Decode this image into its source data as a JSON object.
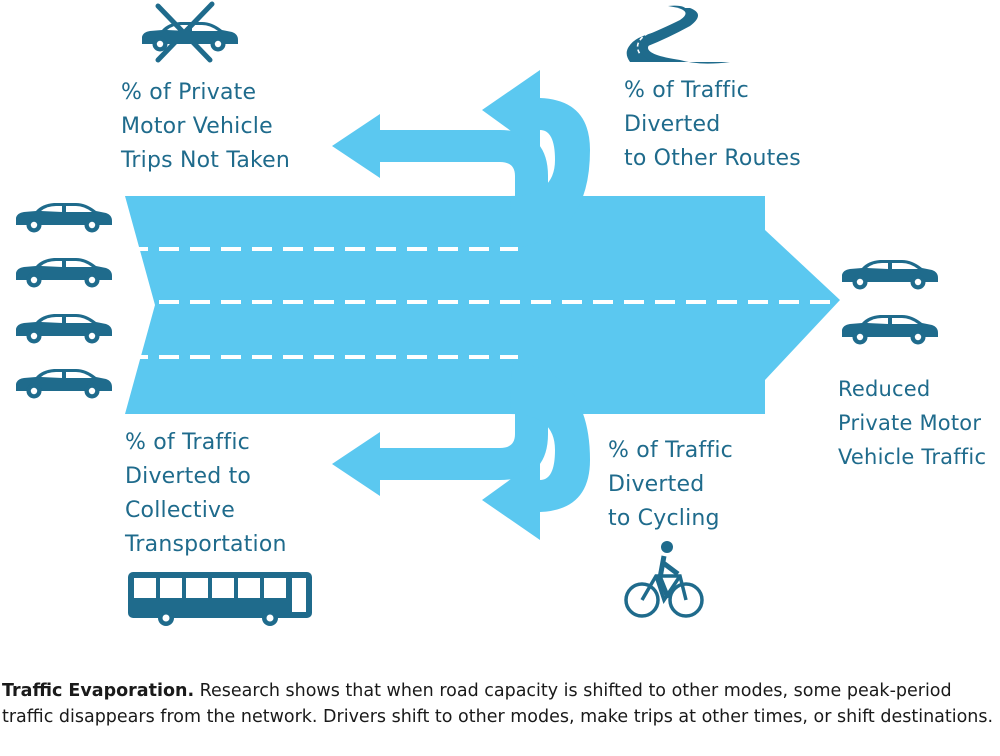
{
  "labels": {
    "not_taken": [
      "% of Private",
      "Motor Vehicle",
      "Trips Not Taken"
    ],
    "other_routes": [
      "% of Traffic",
      "Diverted",
      "to Other Routes"
    ],
    "collective": [
      "% of Traffic",
      "Diverted to",
      "Collective",
      "Transportation"
    ],
    "cycling": [
      "% of Traffic",
      "Diverted",
      "to Cycling"
    ],
    "reduced": [
      "Reduced",
      "Private Motor",
      "Vehicle Traffic"
    ]
  },
  "caption": {
    "title": "Traffic Evaporation.",
    "text": " Research shows that when road capacity is shifted to other modes, some peak-period traffic disappears from the network. Drivers shift to other modes, make trips at other times, or shift destinations."
  },
  "icons": {
    "cars_in": "car-icon",
    "cars_out": "car-icon",
    "crossed_car": "crossed-out-car-icon",
    "road": "winding-road-icon",
    "bus": "bus-icon",
    "bicycle": "cyclist-icon"
  },
  "colors": {
    "flow": "#5bc8f0",
    "icon": "#1f6b8c",
    "text": "#1f6b8c",
    "lane_marking": "#ffffff"
  }
}
